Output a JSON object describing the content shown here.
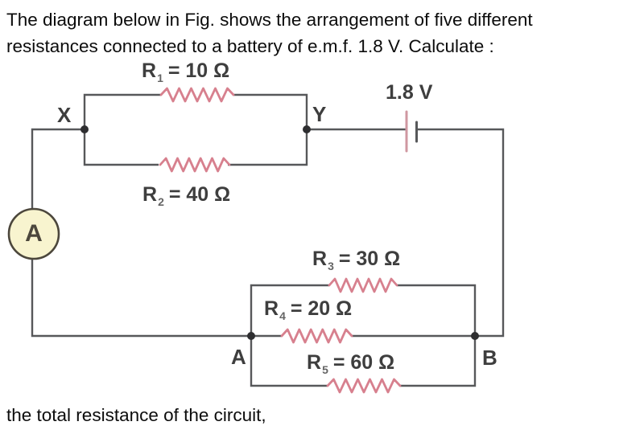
{
  "question": {
    "line1": "The diagram below in Fig. shows the arrangement of five different",
    "line2": "resistances connected to a battery of e.m.f. 1.8 V. Calculate :"
  },
  "footer": "the total resistance of the circuit,",
  "figure": {
    "battery_label": "1.8 V",
    "ammeter_label": "A",
    "nodes": {
      "x": "X",
      "y": "Y",
      "a": "A",
      "b": "B"
    },
    "resistors": [
      {
        "name": "R",
        "sub": "1",
        "value": "= 10 Ω"
      },
      {
        "name": "R",
        "sub": "2",
        "value": "= 40 Ω"
      },
      {
        "name": "R",
        "sub": "3",
        "value": "= 30 Ω"
      },
      {
        "name": "R",
        "sub": "4",
        "value": "= 20 Ω"
      },
      {
        "name": "R",
        "sub": "5",
        "value": "= 60 Ω"
      }
    ],
    "colors": {
      "wire": "#57585a",
      "resistor": "#d7808e",
      "battery-plate": "#cf97a1",
      "node": "#2e2e30",
      "ammeter-fill": "#f8f4cf",
      "ammeter-stroke": "#4c473c",
      "label": "#3e3e3e"
    }
  }
}
